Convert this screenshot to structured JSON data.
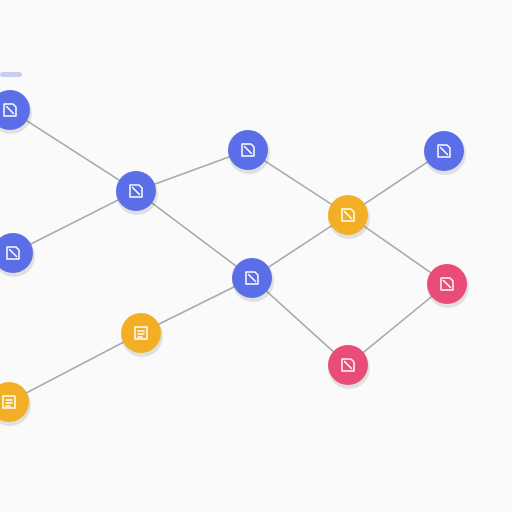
{
  "colors": {
    "background": "#fafafa",
    "edge": "#a8a8b0",
    "blue": "#5a6ee8",
    "yellow": "#f2ae24",
    "pink": "#e84c77"
  },
  "nodes": [
    {
      "id": "n1",
      "color": "blue",
      "icon": "document-slash-icon"
    },
    {
      "id": "n2",
      "color": "blue",
      "icon": "document-slash-icon"
    },
    {
      "id": "n3",
      "color": "blue",
      "icon": "document-slash-icon"
    },
    {
      "id": "n4",
      "color": "blue",
      "icon": "document-slash-icon"
    },
    {
      "id": "n5",
      "color": "blue",
      "icon": "document-slash-icon"
    },
    {
      "id": "n6",
      "color": "blue",
      "icon": "document-slash-icon"
    },
    {
      "id": "n7",
      "color": "yellow",
      "icon": "document-slash-icon"
    },
    {
      "id": "n8",
      "color": "yellow",
      "icon": "document-lines-icon"
    },
    {
      "id": "n9",
      "color": "yellow",
      "icon": "document-lines-icon"
    },
    {
      "id": "n10",
      "color": "pink",
      "icon": "document-slash-icon"
    },
    {
      "id": "n11",
      "color": "pink",
      "icon": "document-slash-icon"
    }
  ],
  "edges": [
    [
      "n1",
      "n3"
    ],
    [
      "n2",
      "n3"
    ],
    [
      "n3",
      "n4"
    ],
    [
      "n3",
      "n5"
    ],
    [
      "n4",
      "n7"
    ],
    [
      "n5",
      "n7"
    ],
    [
      "n5",
      "n8"
    ],
    [
      "n8",
      "n9"
    ],
    [
      "n7",
      "n6"
    ],
    [
      "n7",
      "n10"
    ],
    [
      "n5",
      "n11"
    ],
    [
      "n11",
      "n10"
    ]
  ]
}
